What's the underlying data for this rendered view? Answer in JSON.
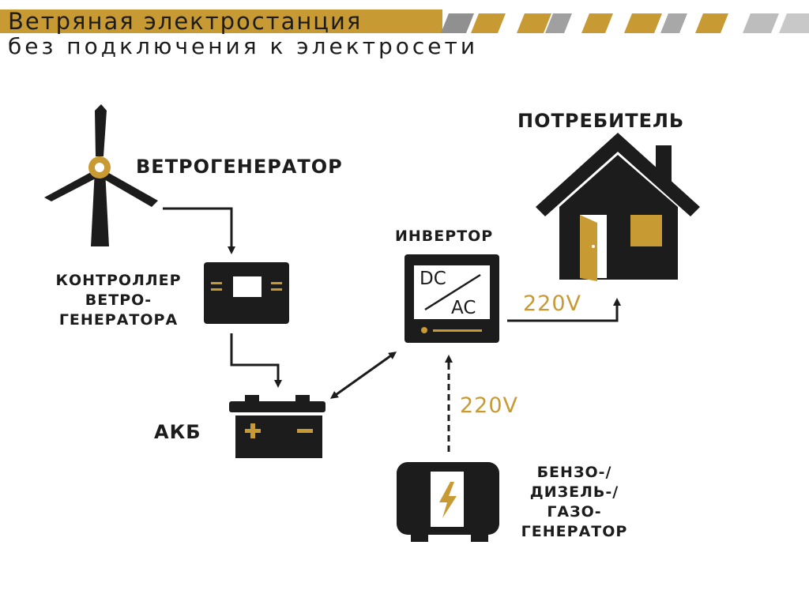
{
  "colors": {
    "accent": "#c89a33",
    "dark": "#1c1c1c",
    "stripe_grey": "#a0a0a0"
  },
  "header": {
    "title": "Ветряная электростанция",
    "subtitle": "без подключения к электросети"
  },
  "nodes": {
    "wind_generator": {
      "label": "ВЕТРОГЕНЕРАТОР",
      "icon": "wind-turbine-icon"
    },
    "controller": {
      "label_lines": [
        "КОНТРОЛЛЕР",
        "ВЕТРО-",
        "ГЕНЕРАТОРА"
      ],
      "icon": "controller-icon"
    },
    "battery": {
      "label": "АКБ",
      "icon": "battery-icon",
      "plus": "+",
      "minus": "−"
    },
    "inverter": {
      "label": "ИНВЕРТОР",
      "icon": "inverter-icon",
      "dc": "DC",
      "ac": "AC"
    },
    "consumer": {
      "label": "ПОТРЕБИТЕЛЬ",
      "icon": "house-icon"
    },
    "generator": {
      "label_lines": [
        "БЕНЗО-/",
        "ДИЗЕЛЬ-/",
        "ГАЗО-",
        "ГЕНЕРАТОР"
      ],
      "icon": "generator-icon"
    }
  },
  "connections": {
    "inverter_to_consumer": {
      "voltage": "220V"
    },
    "generator_to_inverter": {
      "voltage": "220V"
    }
  }
}
